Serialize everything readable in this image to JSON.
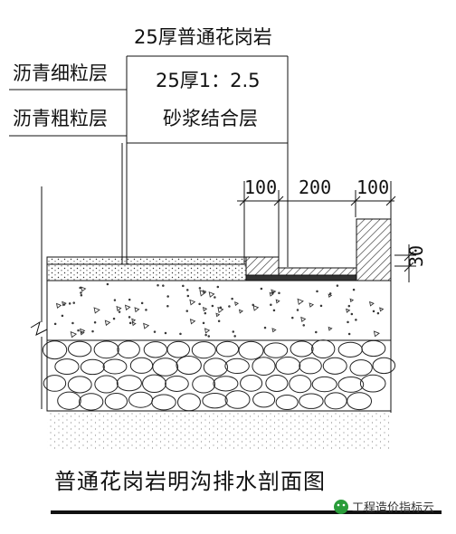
{
  "labels": {
    "stone_layer": "25厚普通花岗岩",
    "asphalt_fine": "沥青细粒层",
    "asphalt_coarse": "沥青粗粒层",
    "mortar_line1": "25厚1：2.5",
    "mortar_line2": "砂浆结合层"
  },
  "dimensions": {
    "left_wall": "100",
    "channel": "200",
    "right_wall": "100",
    "depth": "30"
  },
  "title": "普通花岗岩明沟排水剖面图",
  "watermark": "工程造价指标云",
  "colors": {
    "line": "#111111",
    "hatch": "#222222",
    "watermark_icon": "#2a9d3a"
  }
}
